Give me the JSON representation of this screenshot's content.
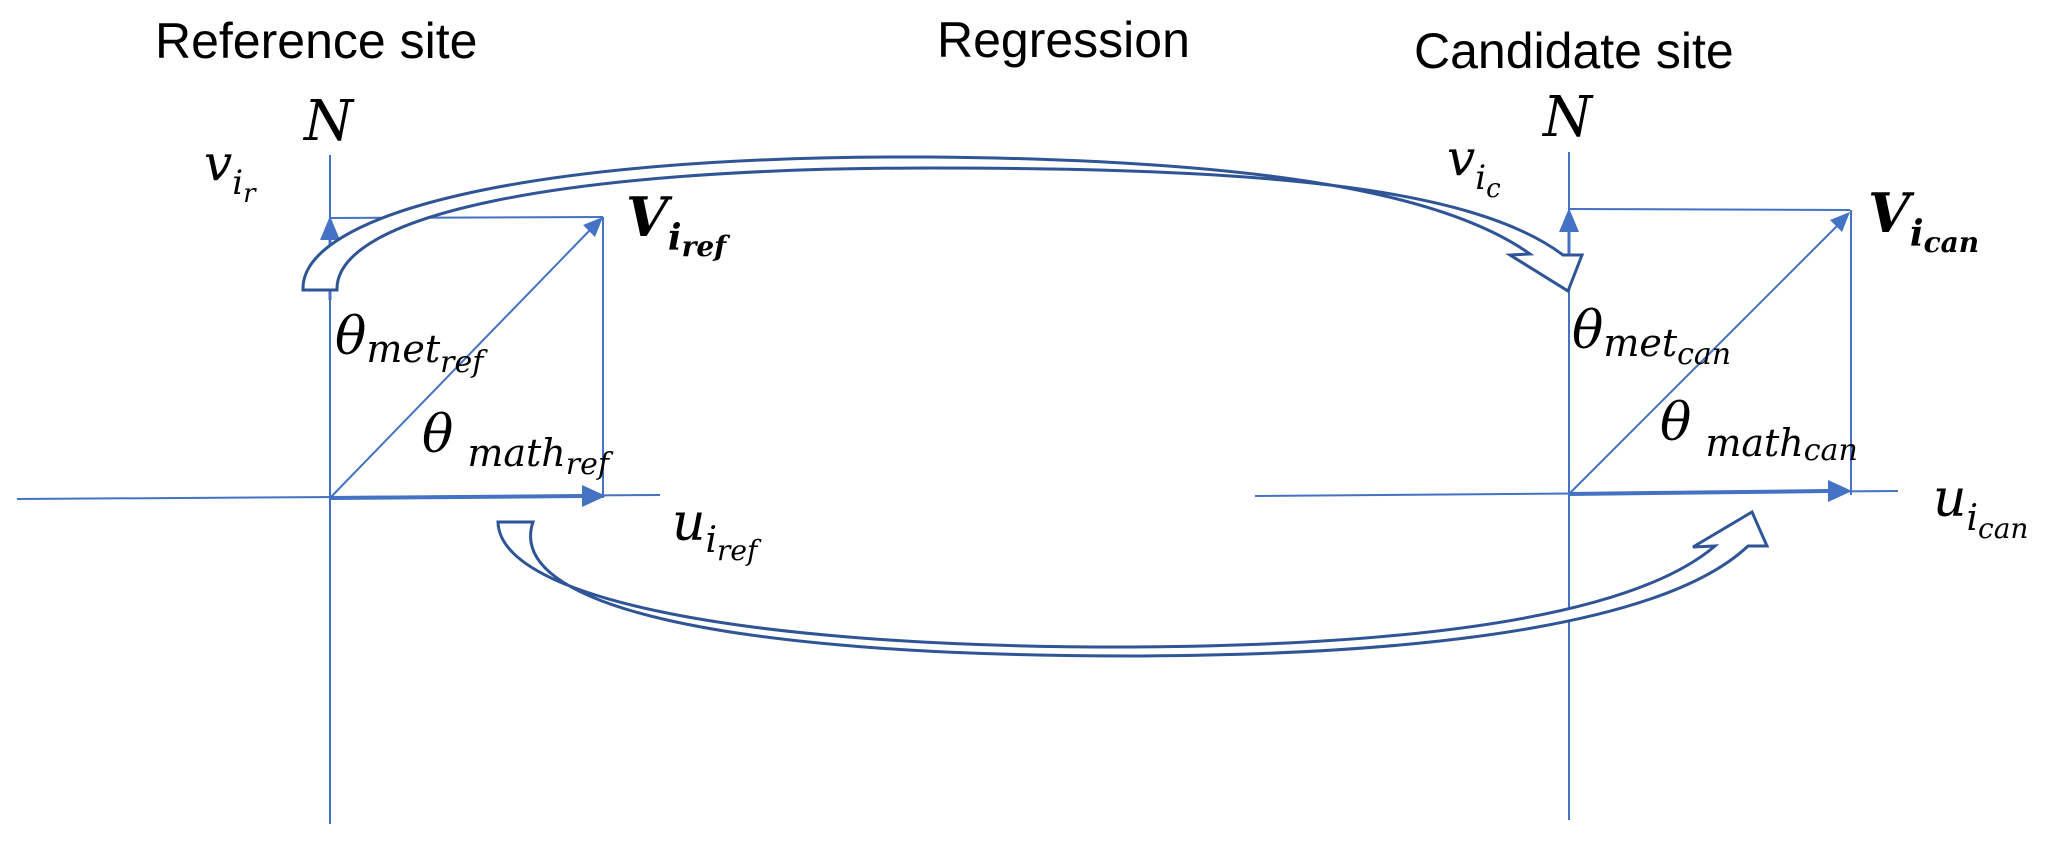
{
  "colors": {
    "axis": "#4472C4",
    "flow_arrow": "#2F5597",
    "text": "#000000",
    "background": "#FFFFFF"
  },
  "titles": {
    "reference": "Reference site",
    "regression": "Regression",
    "candidate": "Candidate site"
  },
  "reference_site": {
    "north_label": "N",
    "v_label": {
      "base": "v",
      "sub": "i",
      "subsub": "r"
    },
    "vector_label": {
      "base": "V",
      "sub": "i",
      "subsub": "ref"
    },
    "theta_met_label": {
      "base": "θ",
      "sub": "met",
      "subsub": "ref"
    },
    "theta_math_label": {
      "base": "θ",
      "sub": "math",
      "subsub": "ref"
    },
    "u_label": {
      "base": "u",
      "sub": "i",
      "subsub": "ref"
    }
  },
  "candidate_site": {
    "north_label": "N",
    "v_label": {
      "base": "v",
      "sub": "i",
      "subsub": "c"
    },
    "vector_label": {
      "base": "V",
      "sub": "i",
      "subsub": "can"
    },
    "theta_met_label": {
      "base": "θ",
      "sub": "met",
      "subsub": "can"
    },
    "theta_math_label": {
      "base": "θ",
      "sub": "math",
      "subsub": "can"
    },
    "u_label": {
      "base": "u",
      "sub": "i",
      "subsub": "can"
    }
  },
  "flows": [
    {
      "name": "v-component-regression",
      "from": "reference v component",
      "to": "candidate v component"
    },
    {
      "name": "u-component-regression",
      "from": "reference u component",
      "to": "candidate u component"
    }
  ]
}
